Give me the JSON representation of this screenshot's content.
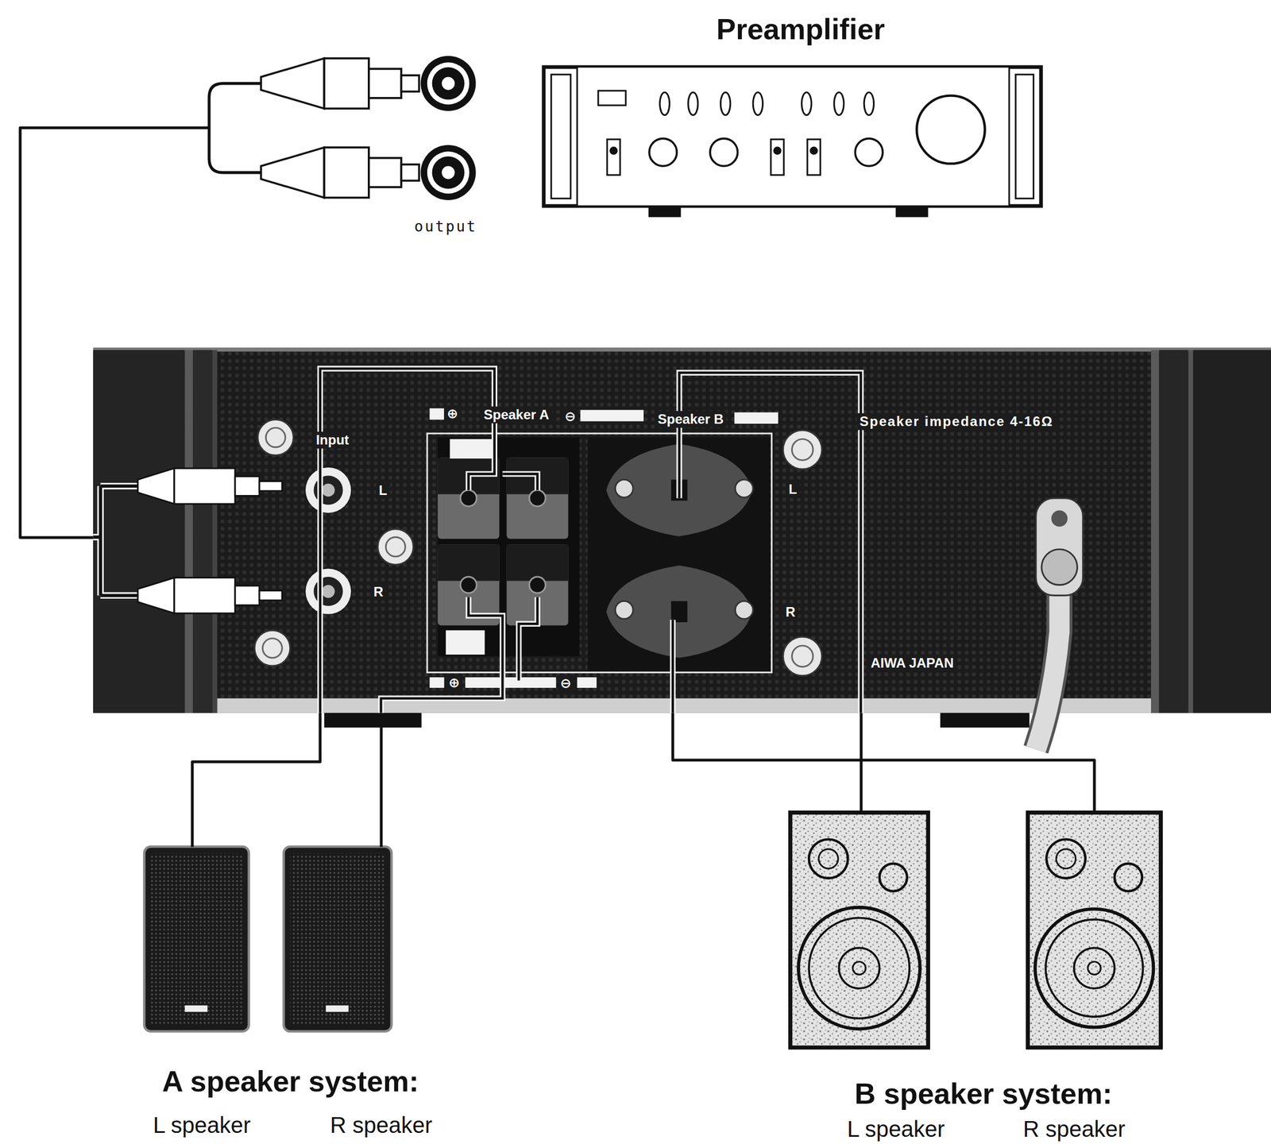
{
  "diagram": {
    "nodes": [
      {
        "text": [
          "Preamplifier"
        ]
      },
      {
        "text": [
          "output"
        ]
      },
      {
        "text": [
          "AIWA JAPAN"
        ]
      },
      {
        "text": [
          "L speaker"
        ]
      },
      {
        "text": [
          "R speaker"
        ]
      },
      {
        "text": [
          "L speaker"
        ]
      },
      {
        "text": [
          "R speaker"
        ]
      }
    ],
    "edges": [
      {
        "from": 1,
        "to": 2,
        "arrow": "none"
      },
      {
        "from": 2,
        "to": 3,
        "arrow": "none"
      },
      {
        "from": 2,
        "to": 4,
        "arrow": "none"
      },
      {
        "from": 2,
        "to": 5,
        "arrow": "none"
      },
      {
        "from": 2,
        "to": 6,
        "arrow": "none"
      }
    ],
    "labels": [
      "Input",
      "L",
      "R",
      "⊕",
      "Speaker A",
      "⊖",
      "Speaker B",
      "Speaker impedance 4-16Ω",
      "L",
      "R",
      "⊕",
      "⊖",
      "A speaker system:",
      "B speaker system:"
    ]
  }
}
